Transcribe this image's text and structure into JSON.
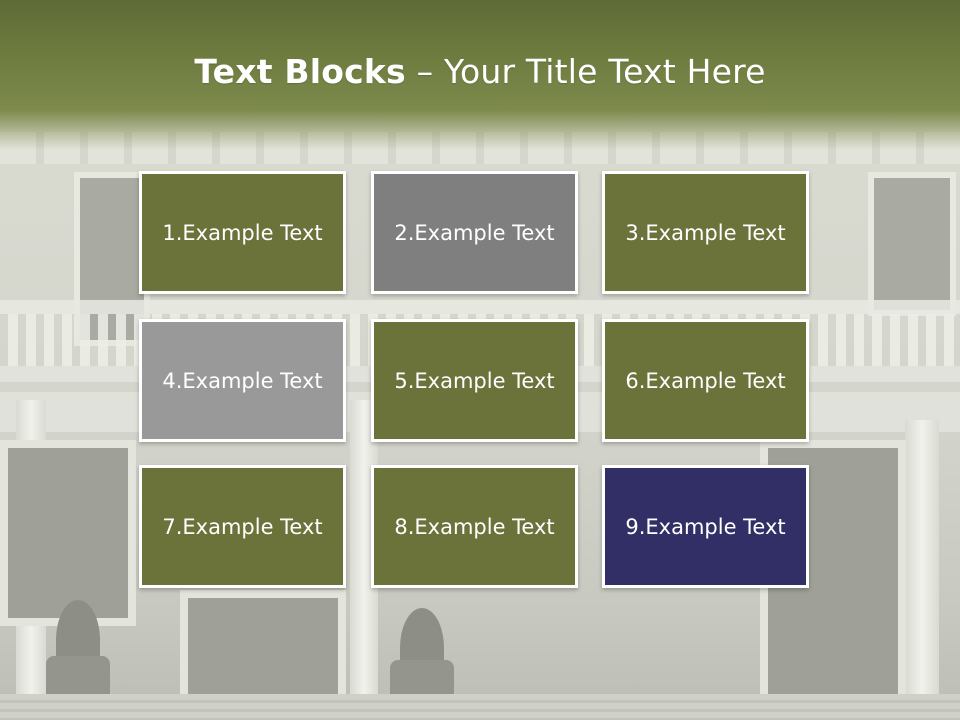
{
  "title": {
    "bold": "Text Blocks",
    "dash": "–",
    "rest": "Your Title Text Here"
  },
  "colors": {
    "olive": "#6b733a",
    "gray_dark": "#7f7f7f",
    "gray_light": "#999999",
    "navy": "#312f66",
    "header": "#6c7a3e"
  },
  "blocks": [
    {
      "label": "1.Example Text",
      "color": "#6b733a"
    },
    {
      "label": "2.Example Text",
      "color": "#7f7f7f"
    },
    {
      "label": "3.Example Text",
      "color": "#6b733a"
    },
    {
      "label": "4.Example Text",
      "color": "#999999"
    },
    {
      "label": "5.Example Text",
      "color": "#6b733a"
    },
    {
      "label": "6.Example Text",
      "color": "#6b733a"
    },
    {
      "label": "7.Example Text",
      "color": "#6b733a"
    },
    {
      "label": "8.Example Text",
      "color": "#6b733a"
    },
    {
      "label": "9.Example Text",
      "color": "#312f66"
    }
  ]
}
